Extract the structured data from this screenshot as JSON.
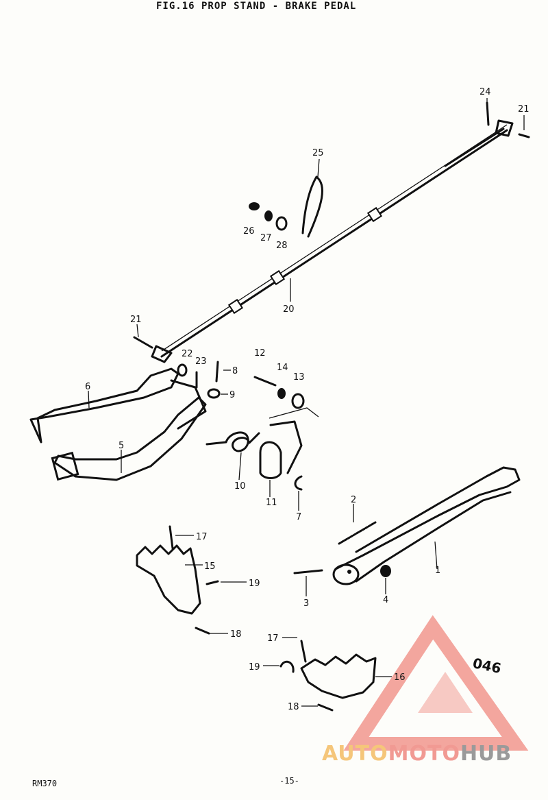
{
  "title": "FIG.16 PROP STAND - BRAKE PEDAL",
  "footer": {
    "model": "RM370",
    "page": "-15-"
  },
  "watermark": {
    "code": "046",
    "brand_part1": "AUTO",
    "brand_part2": "MOTO",
    "brand_part3": "HUB",
    "color_triangle": "#f08a80",
    "color_auto": "#f5c67a",
    "color_moto": "#f19a93",
    "color_hub": "#9a9a9a"
  },
  "labels": {
    "p1": "1",
    "p2": "2",
    "p3": "3",
    "p4": "4",
    "p5": "5",
    "p6": "6",
    "p7": "7",
    "p8": "8",
    "p9": "9",
    "p10": "10",
    "p11": "11",
    "p12": "12",
    "p13": "13",
    "p14": "14",
    "p15": "15",
    "p16": "16",
    "p17": "17",
    "p18": "18",
    "p19": "19",
    "p20": "20",
    "p21": "21",
    "p22": "22",
    "p23": "23",
    "p24": "24",
    "p25": "25",
    "p26": "26",
    "p27": "27",
    "p28": "28"
  }
}
